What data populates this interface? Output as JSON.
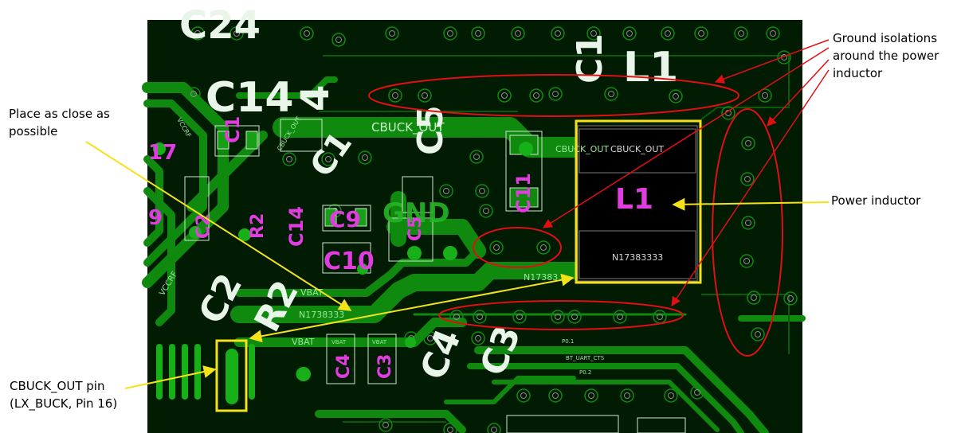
{
  "annotations": {
    "ground_isolation": [
      "Ground isolations",
      "around the power",
      "inductor"
    ],
    "place_close": [
      "Place as close as",
      "possible"
    ],
    "power_inductor": "Power inductor",
    "cbuck_pin": [
      "CBUCK_OUT pin",
      "(LX_BUCK, Pin 16)"
    ]
  },
  "board": {
    "refdes_white": [
      "C24",
      "C14",
      "C5",
      "C1",
      "L1",
      "C2",
      "R2",
      "C4",
      "C3"
    ],
    "refdes_magenta": [
      "17",
      "C1",
      "C11",
      "L1",
      "C9",
      "C10",
      "C5",
      "C14",
      "C2",
      "R2",
      "C4",
      "C3",
      "9"
    ],
    "gnd_label": "GND",
    "nets": {
      "cbuck_main": "CBUCK_OUT",
      "cbuck_pad_left": "CBUCK_OUT",
      "cbuck_pad_right": "CBUCK_OUT",
      "n_pad": "N17383333",
      "n_trace": "N1738333",
      "n_trace_short": "N17383",
      "vbat_1": "VBAT",
      "vbat_2": "VBAT",
      "vbat_pad1": "VBAT",
      "vbat_pad2": "VBAT",
      "vccrf": "VCCRF",
      "vccrf2": "VCCRF",
      "vcbuck": "CBUCK_OUT"
    },
    "small_nets": [
      "BT_UART_CTS",
      "P0.1",
      "P0.2"
    ]
  },
  "colors": {
    "board": "#021c04",
    "copper": "#0f8a0f",
    "copper_light": "#18a818",
    "silk_white": "#e8f5e8",
    "silk_magenta": "#e03ce0",
    "highlight_yellow": "#f5e21a",
    "highlight_red": "#e01010"
  }
}
